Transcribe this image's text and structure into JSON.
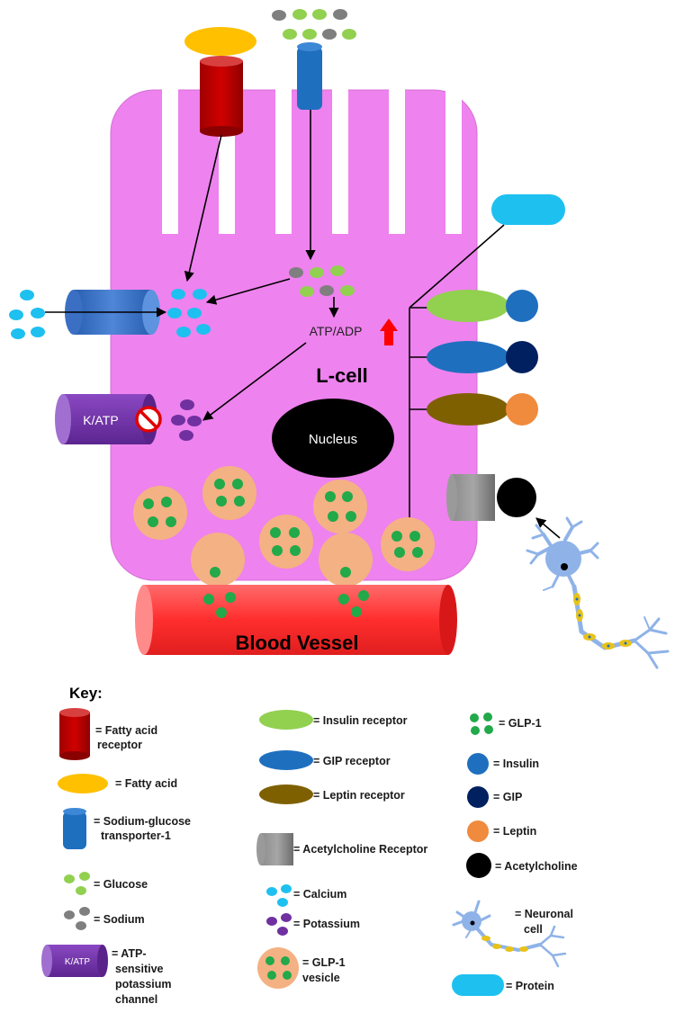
{
  "diagram": {
    "cell_label": "L-cell",
    "nucleus_label": "Nucleus",
    "atp_label": "ATP/ADP",
    "katp_label": "K/ATP",
    "vessel_label": "Blood Vessel"
  },
  "key": {
    "title": "Key:",
    "fatty_acid_receptor": [
      "= Fatty acid",
      "receptor"
    ],
    "fatty_acid": "= Fatty acid",
    "sglt1": [
      "= Sodium-glucose",
      "transporter-1"
    ],
    "glucose": "= Glucose",
    "sodium": "= Sodium",
    "katp_icon_label": "K/ATP",
    "katp": [
      "= ATP-",
      "sensitive",
      "potassium",
      "channel"
    ],
    "insulin_receptor": "= Insulin receptor",
    "gip_receptor": "= GIP receptor",
    "leptin_receptor": "= Leptin receptor",
    "ach_receptor": "= Acetylcholine Receptor",
    "calcium": "= Calcium",
    "potassium": "= Potassium",
    "glp1_vesicle": [
      "= GLP-1",
      "vesicle"
    ],
    "glp1": "= GLP-1",
    "insulin": "= Insulin",
    "gip": "= GIP",
    "leptin": "= Leptin",
    "acetylcholine": "= Acetylcholine",
    "neuronal_cell": [
      "= Neuronal",
      "cell"
    ],
    "protein": "= Protein"
  },
  "colors": {
    "cell": "#ee82ee",
    "glp1_green": "#22a94a",
    "glucose_green": "#92d050",
    "sodium_grey": "#7f7f7f",
    "calcium_blue": "#1ec0f0",
    "potassium_purple": "#7030a0",
    "vesicle": "#f4b183",
    "fatty_acid": "#ffc000",
    "fatty_acid_receptor": "#c00000",
    "sglt1": "#1f6fbf",
    "blood_vessel": "#ff3b3b",
    "insulin_receptor": "#92d050",
    "gip_receptor": "#1f6fbf",
    "leptin_receptor": "#7f6000",
    "insulin": "#1f6fbf",
    "gip": "#002060",
    "leptin": "#f08a3c",
    "acetylcholine": "#000000",
    "protein": "#1ec0f0",
    "neuron": "#8fb3e8",
    "atp_arrow": "#ff0000"
  },
  "icons": [
    "fatty-acid-receptor-icon",
    "fatty-acid-icon",
    "sglt1-icon",
    "glucose-icon",
    "sodium-icon",
    "katp-channel-icon",
    "insulin-receptor-icon",
    "gip-receptor-icon",
    "leptin-receptor-icon",
    "ach-receptor-icon",
    "calcium-icon",
    "potassium-icon",
    "glp1-vesicle-icon",
    "glp1-icon",
    "insulin-icon",
    "gip-icon",
    "leptin-icon",
    "acetylcholine-icon",
    "neuronal-cell-icon",
    "protein-icon"
  ]
}
